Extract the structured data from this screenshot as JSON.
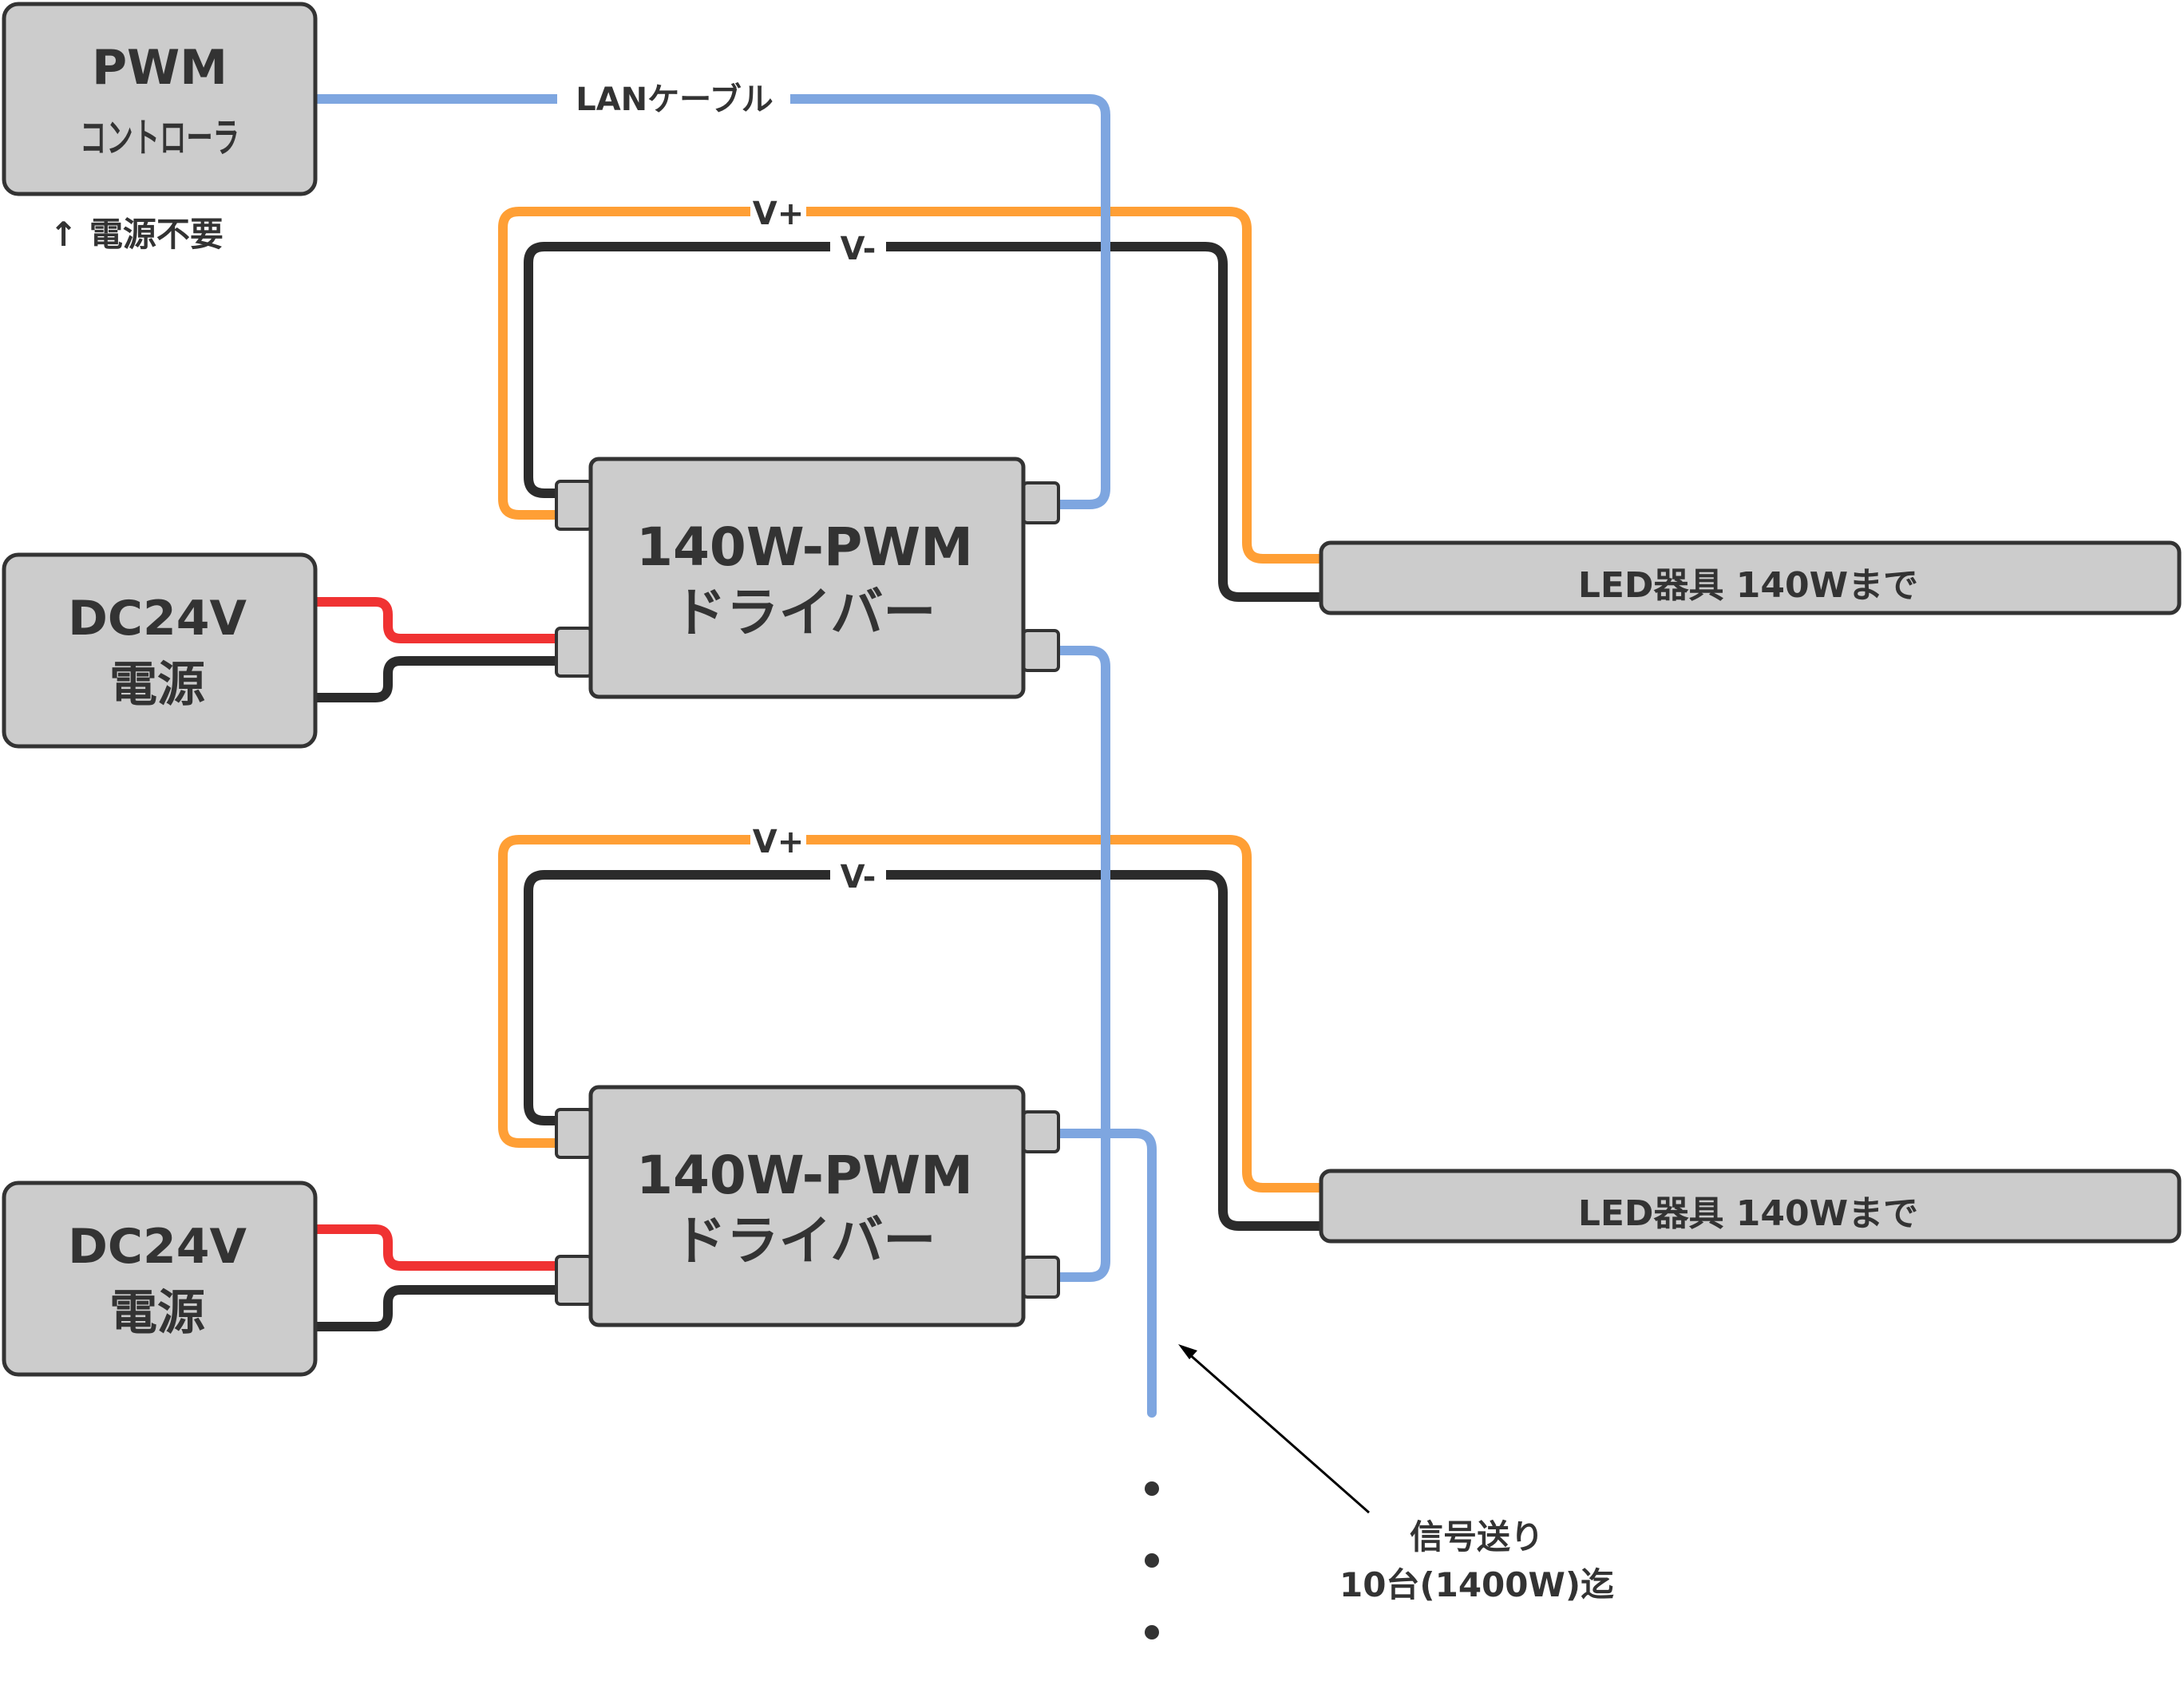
{
  "pwm_controller": {
    "line1": "PWM",
    "line2": "コントローラ",
    "note": "↑ 電源不要"
  },
  "lan_cable": {
    "label": "LANケーブル"
  },
  "units": [
    {
      "power": {
        "line1": "DC24V",
        "line2": "電源"
      },
      "driver": {
        "line1": "140W-PWM",
        "line2": "ドライバー"
      },
      "led": {
        "label": "LED器具 140Wまで"
      },
      "vplus": "V+",
      "vminus": "V-"
    },
    {
      "power": {
        "line1": "DC24V",
        "line2": "電源"
      },
      "driver": {
        "line1": "140W-PWM",
        "line2": "ドライバー"
      },
      "led": {
        "label": "LED器具 140Wまで"
      },
      "vplus": "V+",
      "vminus": "V-"
    }
  ],
  "signal_note": {
    "line1": "信号送り",
    "line2": "10台(1400W)迄"
  },
  "colors": {
    "v_plus_wire": "#ff9f35",
    "v_minus_wire": "#2b2b2b",
    "power_positive_wire": "#f03232",
    "signal_wire": "#7ea6e0",
    "box_fill": "#cccccc",
    "box_stroke": "#333333"
  }
}
